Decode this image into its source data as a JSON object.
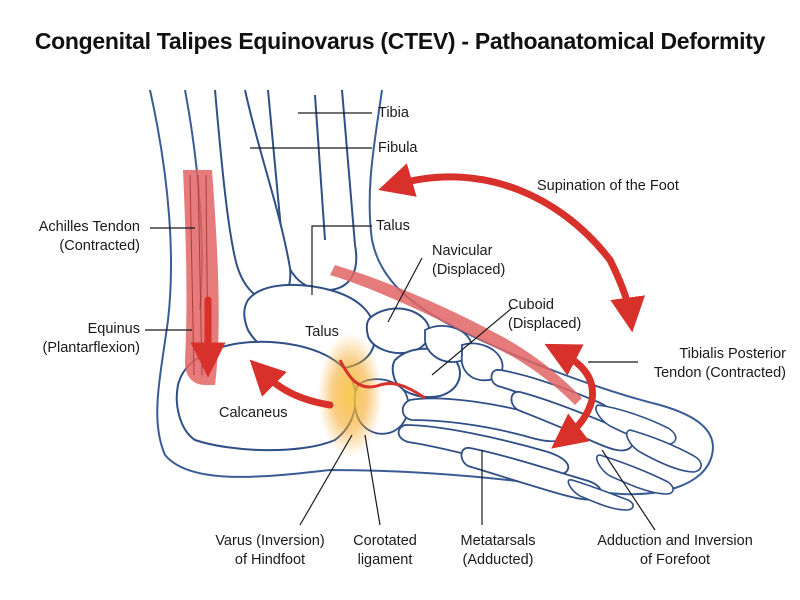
{
  "title": "Congenital Talipes Equinovarus (CTEV) - Pathoanatomical Deformity",
  "labels": {
    "tibia": "Tibia",
    "fibula": "Fibula",
    "supination": "Supination of the Foot",
    "achilles": "Achilles Tendon\n(Contracted)",
    "talus_top": "Talus",
    "navicular": "Navicular\n(Displaced)",
    "cuboid": "Cuboid\n(Displaced)",
    "equinus": "Equinus\n(Plantarflexion)",
    "talus_inner": "Talus",
    "tibialis": "Tibialis Posterior\nTendon (Contracted)",
    "calcaneus": "Calcaneus",
    "varus": "Varus (Inversion)\nof Hindfoot",
    "corotated": "Corotated\nligament",
    "metatarsals": "Metatarsals\n(Adducted)",
    "adduction": "Adduction and Inversion\nof Forefoot"
  },
  "colors": {
    "bone_outline": "#2f4f86",
    "bone_fill": "#ffffff",
    "skin_outline": "#3a5c94",
    "arrow": "#d8302a",
    "tendon": "#d64545",
    "glow": "#f5a623"
  },
  "icons": [
    "curved-arrow",
    "straight-arrow"
  ]
}
